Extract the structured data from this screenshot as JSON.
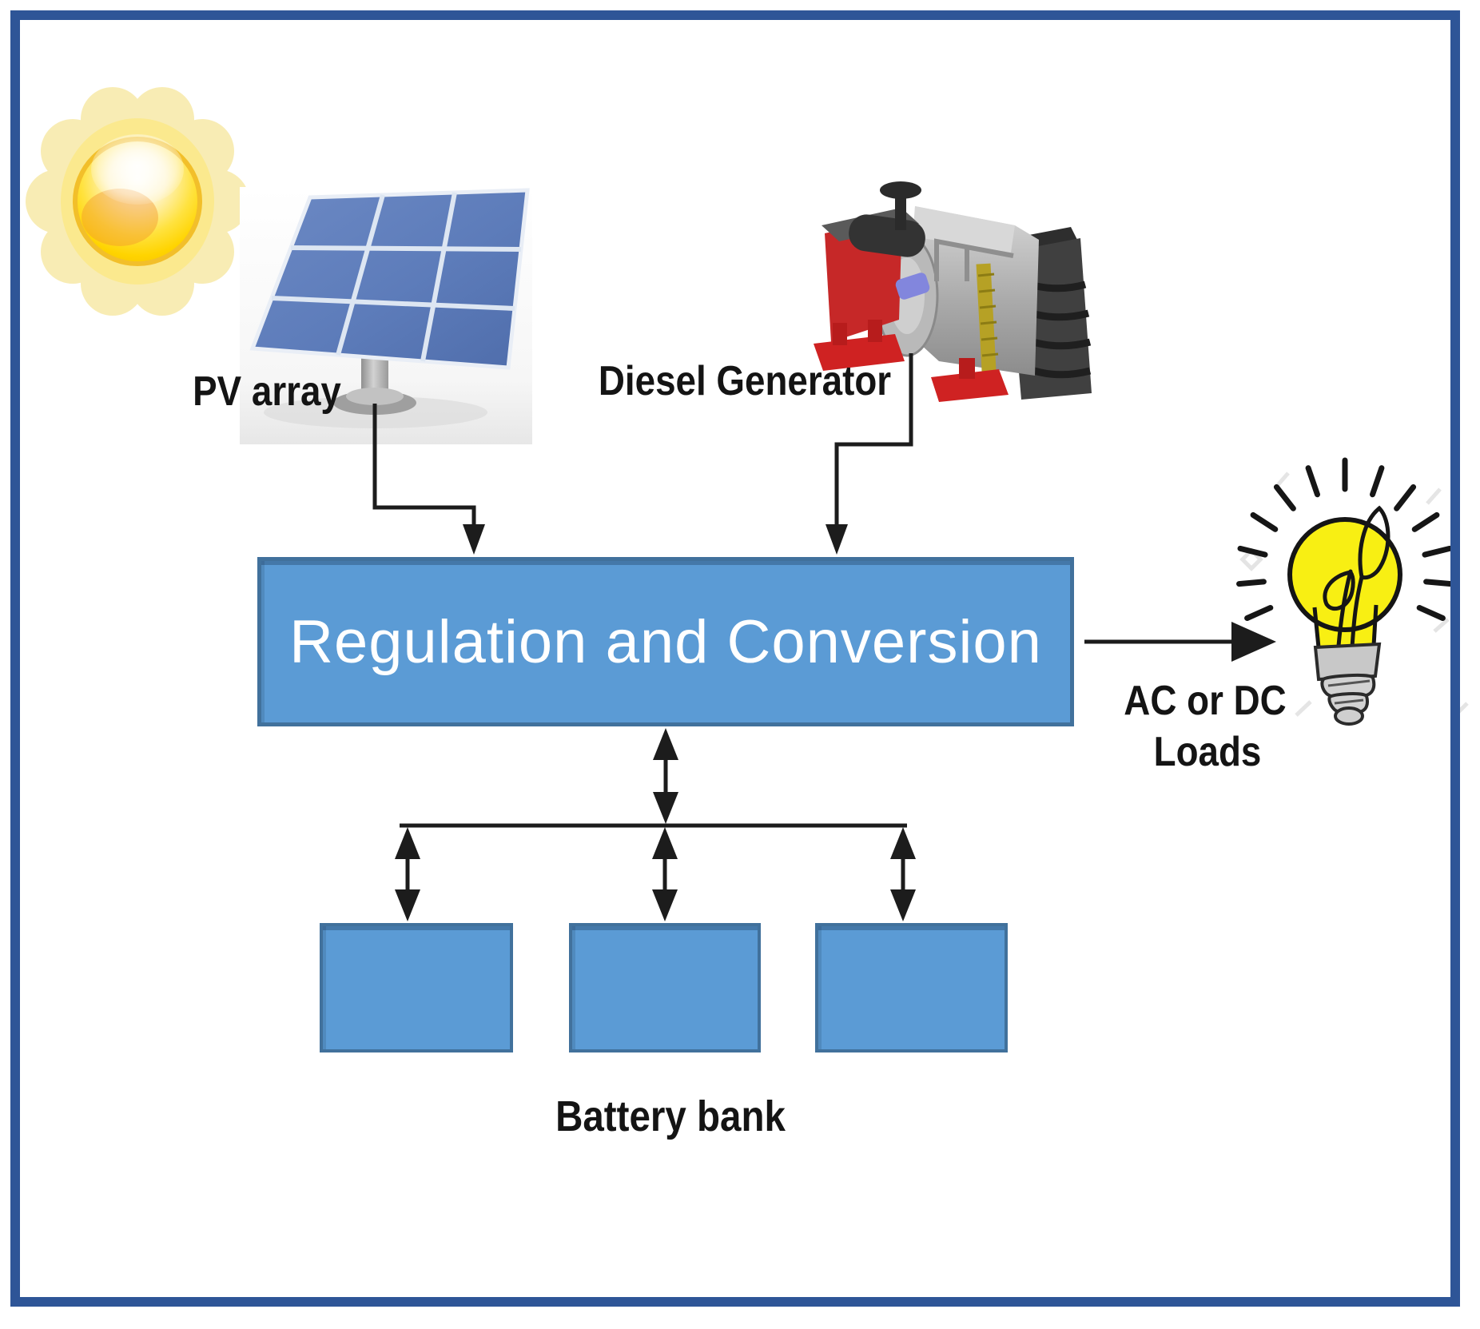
{
  "frame": {
    "border_color": "#2e5597"
  },
  "colors": {
    "frame": "#2e5597",
    "box_fill": "#5b9bd5",
    "box_border": "#41719c",
    "box_text": "#ffffff",
    "label_text": "#141414",
    "arrow": "#1c1c1c",
    "sun_yellow": "#ffd400",
    "bulb_yellow": "#f8ef13",
    "panel_blue": "#5d7cba",
    "generator_red": "#c62828"
  },
  "nodes": {
    "sun": {
      "icon": "sun-icon"
    },
    "pv_array": {
      "label": "PV array",
      "icon": "solar-panel-icon"
    },
    "diesel_generator": {
      "label": "Diesel Generator",
      "icon": "diesel-generator-icon"
    },
    "regulation": {
      "label": "Regulation and Conversion"
    },
    "battery_bank": {
      "label": "Battery bank",
      "unit_count": 3
    },
    "loads": {
      "label_line1": "AC or DC",
      "label_line2": "Loads",
      "icon": "light-bulb-icon"
    }
  },
  "connectors": [
    {
      "from": "pv_array",
      "to": "regulation",
      "style": "single-arrow"
    },
    {
      "from": "diesel_generator",
      "to": "regulation",
      "style": "single-arrow"
    },
    {
      "from": "regulation",
      "to": "loads",
      "style": "single-arrow"
    },
    {
      "from": "regulation",
      "to": "battery_bus",
      "style": "double-arrow"
    },
    {
      "from": "battery_bus",
      "to": "battery_1",
      "style": "double-arrow"
    },
    {
      "from": "battery_bus",
      "to": "battery_2",
      "style": "double-arrow"
    },
    {
      "from": "battery_bus",
      "to": "battery_3",
      "style": "double-arrow"
    }
  ]
}
